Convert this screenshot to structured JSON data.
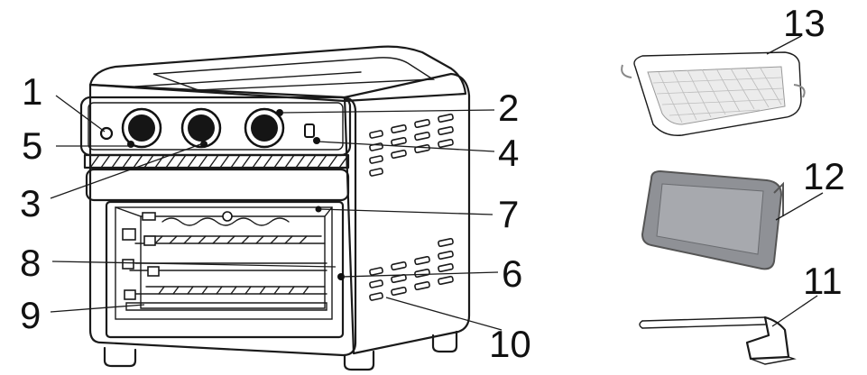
{
  "figure": {
    "callouts": {
      "c1": "1",
      "c2": "2",
      "c3": "3",
      "c4": "4",
      "c5": "5",
      "c6": "6",
      "c7": "7",
      "c8": "8",
      "c9": "9",
      "c10": "10",
      "c11": "11",
      "c12": "12",
      "c13": "13"
    }
  }
}
